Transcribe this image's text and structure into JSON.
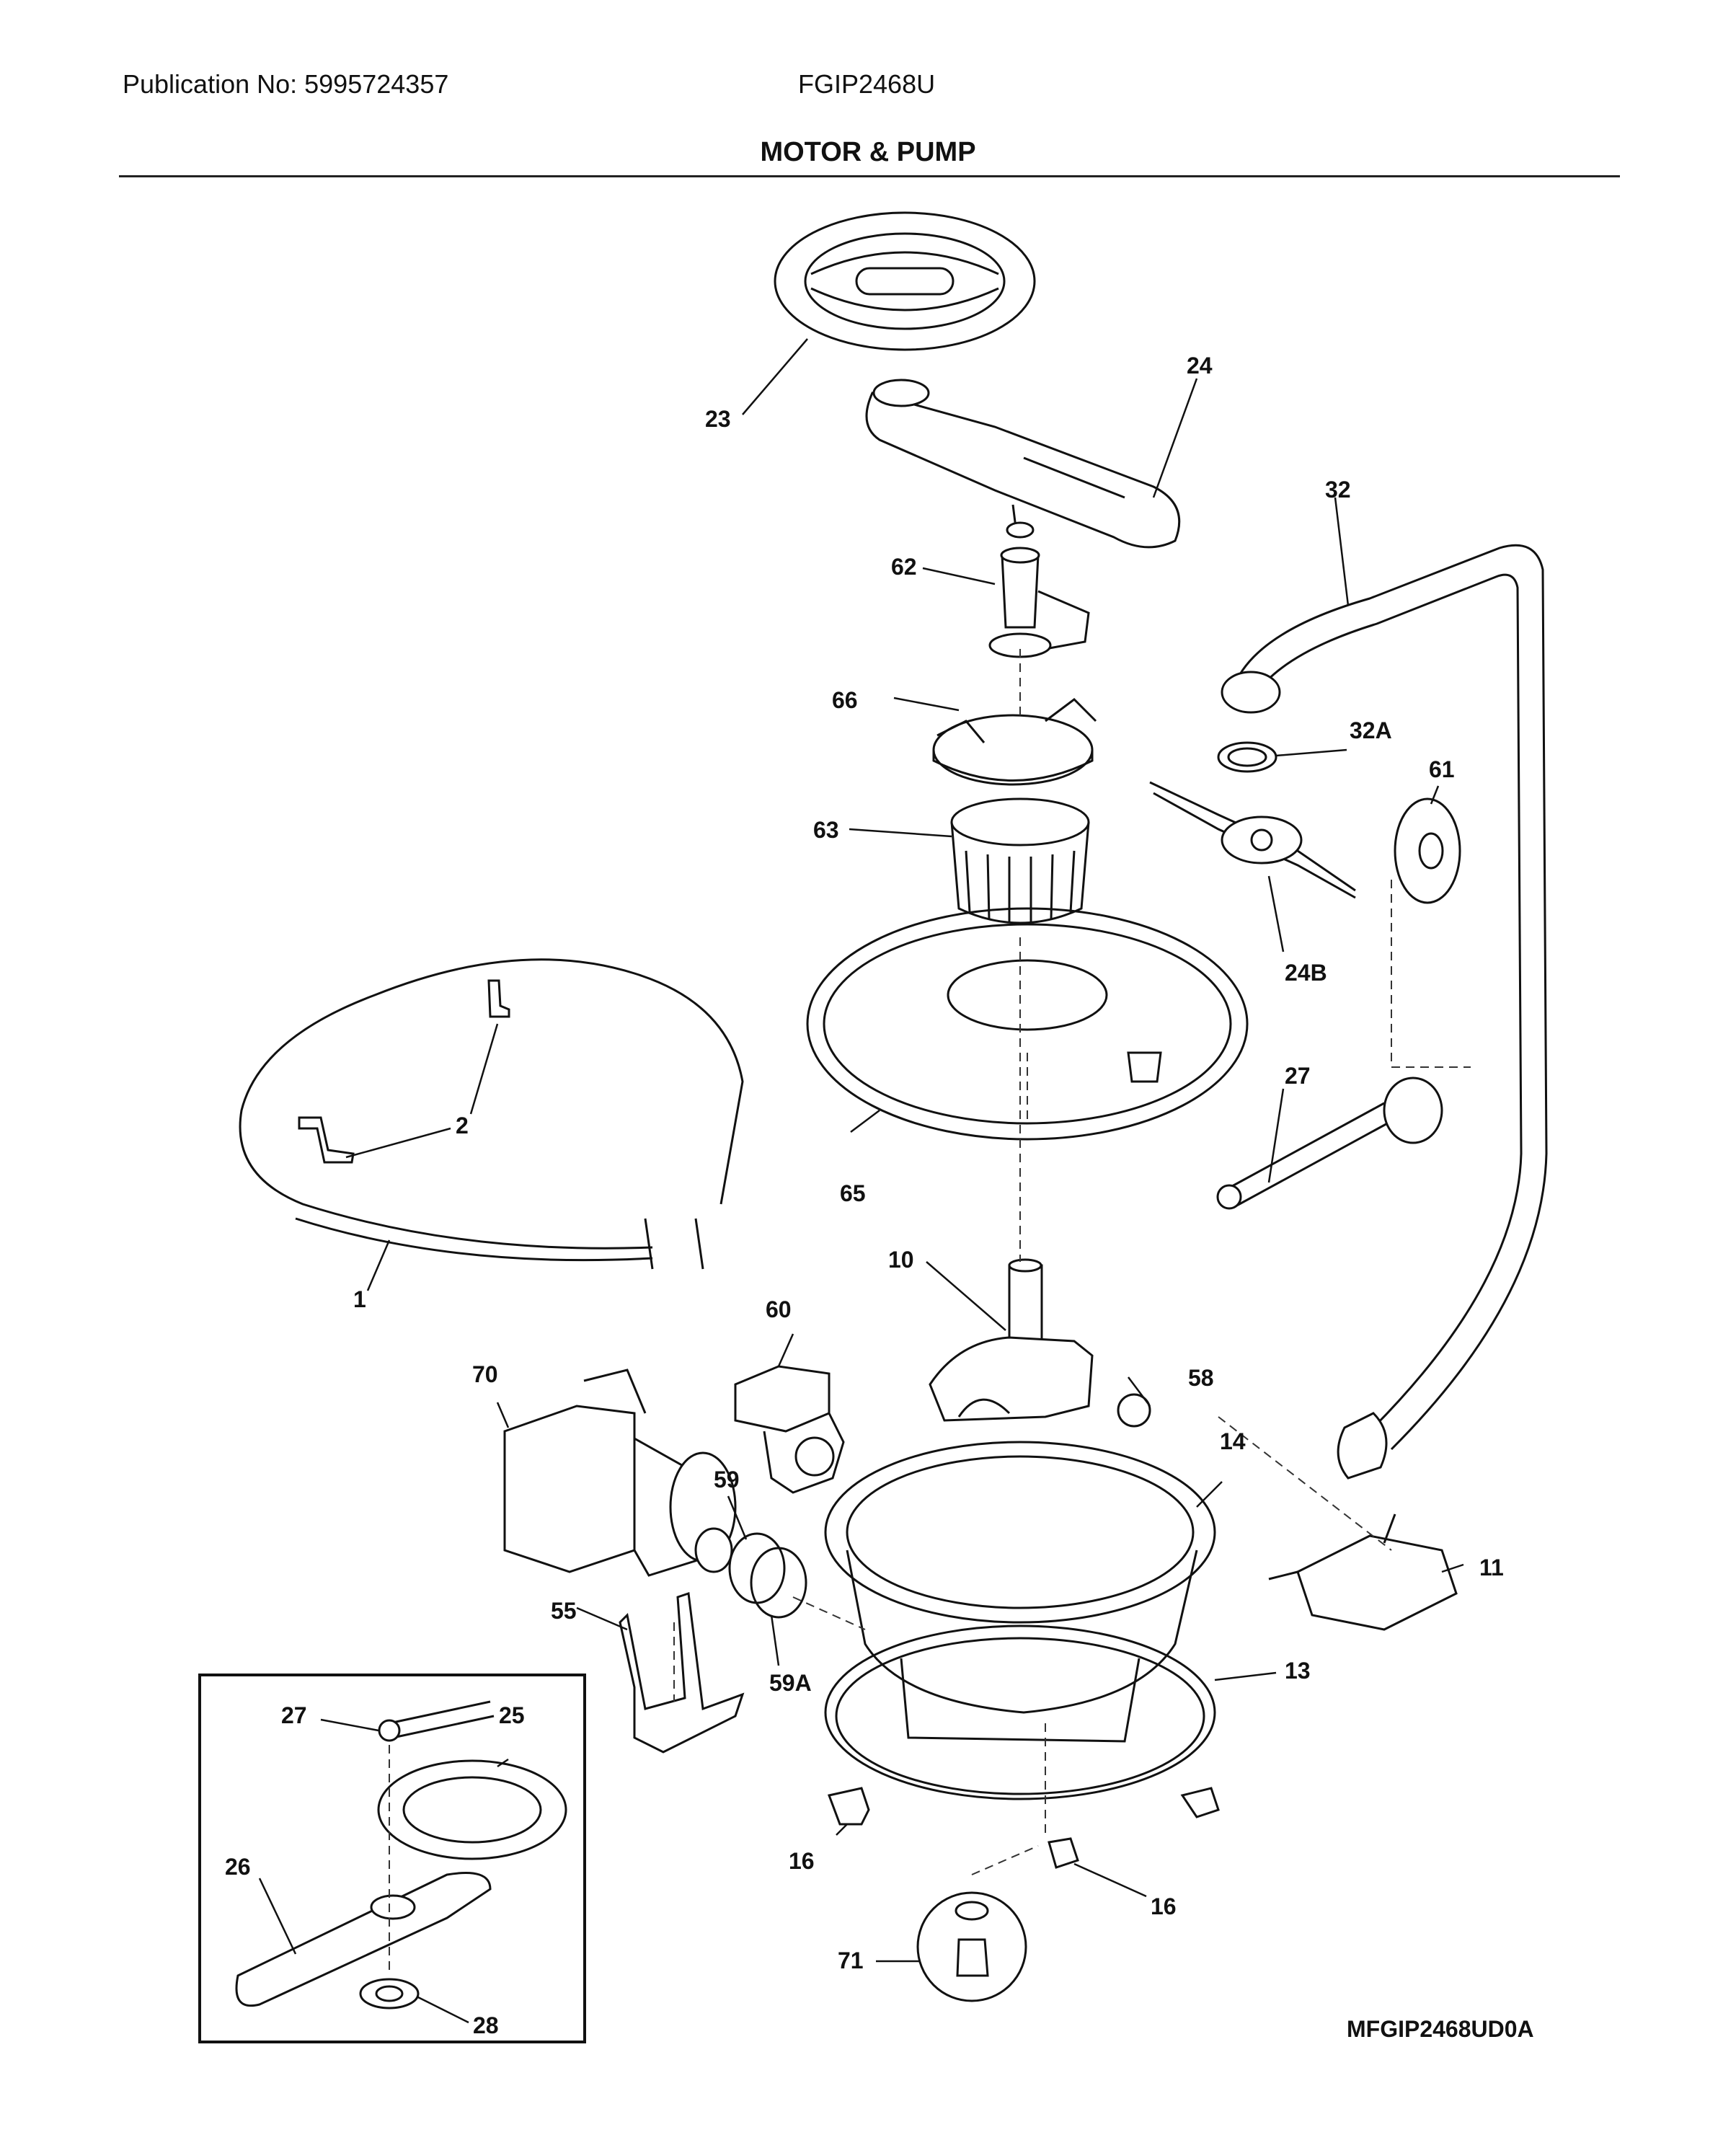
{
  "header": {
    "publication": "Publication No: 5995724357",
    "model": "FGIP2468U",
    "section_title": "MOTOR & PUMP"
  },
  "diagram_code": "MFGIP2468UD0A",
  "callouts": {
    "c1": "1",
    "c2": "2",
    "c10": "10",
    "c11": "11",
    "c13": "13",
    "c14": "14",
    "c16a": "16",
    "c16b": "16",
    "c23": "23",
    "c24": "24",
    "c24b": "24B",
    "c25": "25",
    "c26": "26",
    "c27a": "27",
    "c27b": "27",
    "c28": "28",
    "c32": "32",
    "c32a": "32A",
    "c55": "55",
    "c58": "58",
    "c59": "59",
    "c59a": "59A",
    "c60": "60",
    "c61": "61",
    "c62": "62",
    "c63": "63",
    "c65": "65",
    "c66": "66",
    "c70": "70",
    "c71": "71"
  }
}
